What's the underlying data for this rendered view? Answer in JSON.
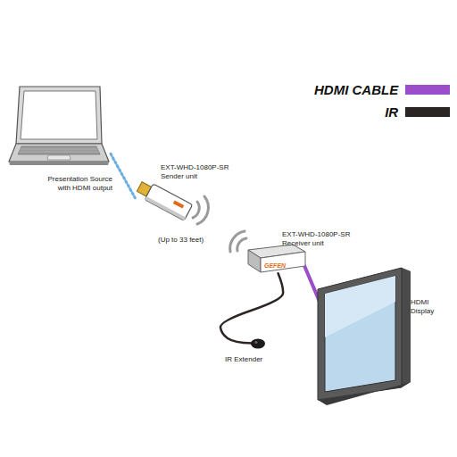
{
  "diagram": {
    "nodes": [
      {
        "text": [
          "Presentation Source with HDMI output"
        ]
      },
      {
        "text": [
          "EXT-WHD-1080P-SR Sender unit"
        ]
      },
      {
        "text": [
          "EXT-WHD-1080P-SR Receiver unit",
          "GEFEN"
        ]
      },
      {
        "text": [
          "HDMI Display"
        ]
      },
      {
        "text": [
          "IR Extender"
        ]
      }
    ],
    "edges": [
      {
        "from": 0,
        "to": 1,
        "arrow": "none"
      },
      {
        "from": 2,
        "to": 3,
        "arrow": "none"
      },
      {
        "from": 2,
        "to": 4,
        "arrow": "none"
      }
    ],
    "labels": [
      "(Up to 33 feet)"
    ],
    "legend": [
      {
        "text": "HDMI CABLE",
        "color": "#9b4dca"
      },
      {
        "text": "IR",
        "color": "#2b2523"
      }
    ]
  }
}
